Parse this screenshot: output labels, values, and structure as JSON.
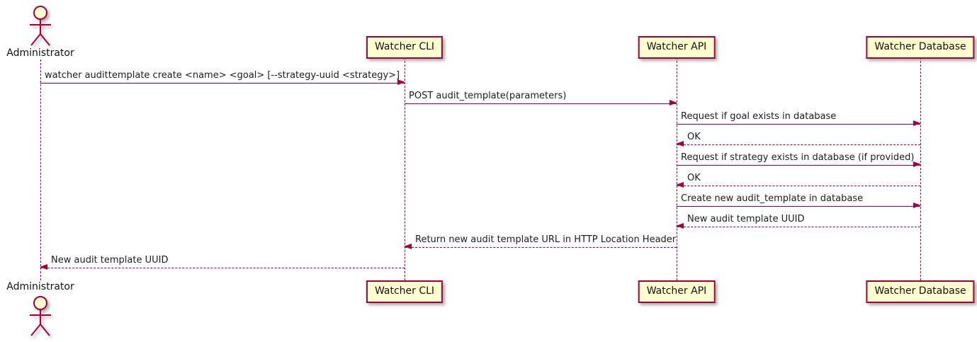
{
  "diagram": {
    "type": "sequence",
    "tool_style": "plantuml",
    "colors": {
      "accent": "#A80036",
      "participant_fill": "#FEFECE",
      "background": "#FFFFFF",
      "text": "#000000"
    },
    "actor": {
      "name": "Administrator"
    },
    "participants": [
      {
        "label": "Watcher CLI"
      },
      {
        "label": "Watcher API"
      },
      {
        "label": "Watcher Database"
      }
    ],
    "messages": [
      {
        "from": "Administrator",
        "to": "Watcher CLI",
        "line": "solid",
        "text": "watcher audittemplate create <name> <goal> [--strategy-uuid <strategy>]"
      },
      {
        "from": "Watcher CLI",
        "to": "Watcher API",
        "line": "solid",
        "text": "POST audit_template(parameters)"
      },
      {
        "from": "Watcher API",
        "to": "Watcher Database",
        "line": "solid",
        "text": "Request if goal exists in database"
      },
      {
        "from": "Watcher Database",
        "to": "Watcher API",
        "line": "dashed",
        "text": "OK"
      },
      {
        "from": "Watcher API",
        "to": "Watcher Database",
        "line": "solid",
        "text": "Request if strategy exists in database (if provided)"
      },
      {
        "from": "Watcher Database",
        "to": "Watcher API",
        "line": "dashed",
        "text": "OK"
      },
      {
        "from": "Watcher API",
        "to": "Watcher Database",
        "line": "solid",
        "text": "Create new audit_template in database"
      },
      {
        "from": "Watcher Database",
        "to": "Watcher API",
        "line": "dashed",
        "text": "New audit template UUID"
      },
      {
        "from": "Watcher API",
        "to": "Watcher CLI",
        "line": "dashed",
        "text": "Return new audit template URL in HTTP Location Header"
      },
      {
        "from": "Watcher CLI",
        "to": "Administrator",
        "line": "dashed",
        "text": "New audit template UUID"
      }
    ]
  }
}
